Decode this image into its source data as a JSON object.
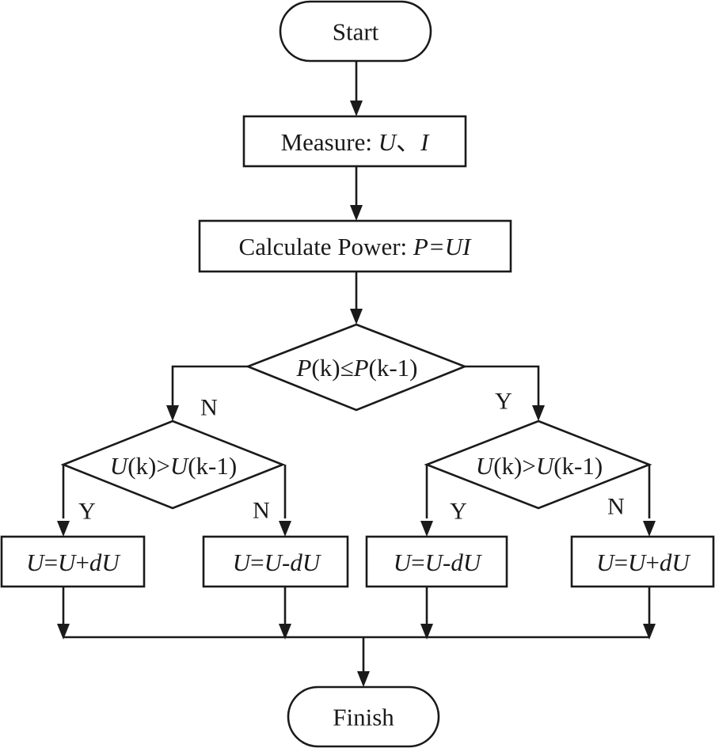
{
  "flowchart": {
    "start": "Start",
    "measure": {
      "prefix": "Measure: ",
      "u": "U",
      "sep": "、",
      "i": "I"
    },
    "calculate": {
      "prefix": "Calculate Power: ",
      "eq": "P=UI"
    },
    "decision_power": {
      "p1": "P",
      "a": "(k)≤",
      "p2": "P",
      "b": "(k-1)"
    },
    "decision_voltage_left": {
      "u1": "U",
      "a": "(k)>",
      "u2": "U",
      "b": "(k-1)"
    },
    "decision_voltage_right": {
      "u1": "U",
      "a": "(k)>",
      "u2": "U",
      "b": "(k-1)"
    },
    "action_1": {
      "u1": "U",
      "eq": "=",
      "u2": "U",
      "op": "+",
      "du": "dU"
    },
    "action_2": {
      "u1": "U",
      "eq": "=",
      "u2": "U",
      "op": "-",
      "du": "dU"
    },
    "action_3": {
      "u1": "U",
      "eq": "=",
      "u2": "U",
      "op": "-",
      "du": "dU"
    },
    "action_4": {
      "u1": "U",
      "eq": "=",
      "u2": "U",
      "op": "+",
      "du": "dU"
    },
    "finish": "Finish",
    "labels": {
      "power_no": "N",
      "power_yes": "Y",
      "left_yes": "Y",
      "left_no": "N",
      "right_yes": "Y",
      "right_no": "N"
    }
  }
}
